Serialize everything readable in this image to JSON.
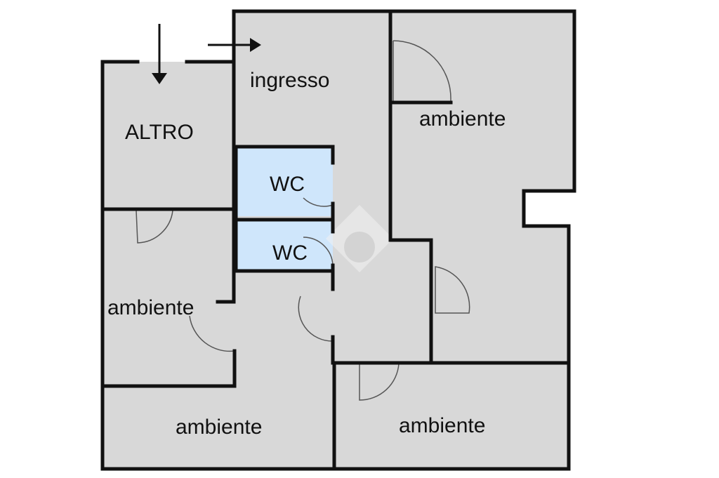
{
  "labels": {
    "ingresso": "ingresso",
    "altro": "ALTRO",
    "wc_top": "WC",
    "wc_bottom": "WC",
    "ambiente_top_right": "ambiente",
    "ambiente_left": "ambiente",
    "ambiente_bottom_left": "ambiente",
    "ambiente_bottom_right": "ambiente"
  },
  "colors": {
    "floor": "#d8d8d8",
    "wc": "#cfe6fb",
    "wall": "#111111",
    "door": "#555555",
    "watermark": "#f2f2f2"
  }
}
